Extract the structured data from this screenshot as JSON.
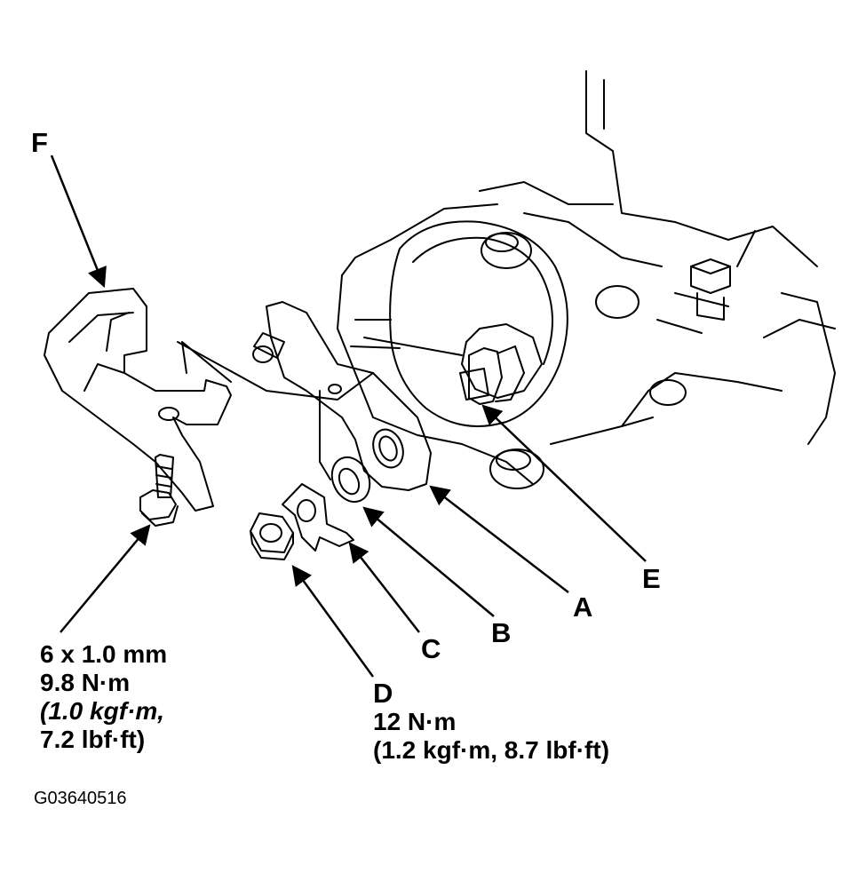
{
  "callouts": {
    "a": "A",
    "b": "B",
    "c": "C",
    "d": "D",
    "e": "E",
    "f": "F"
  },
  "bolt_spec": {
    "line1": "6 x 1.0 mm",
    "line2": "9.8 N·m",
    "line3": "(1.0 kgf·m,",
    "line4": "7.2 lbf·ft)"
  },
  "nut_spec": {
    "line1": "12 N·m",
    "line2": "(1.2 kgf·m, 8.7 lbf·ft)"
  },
  "figure_code": "G03640516"
}
